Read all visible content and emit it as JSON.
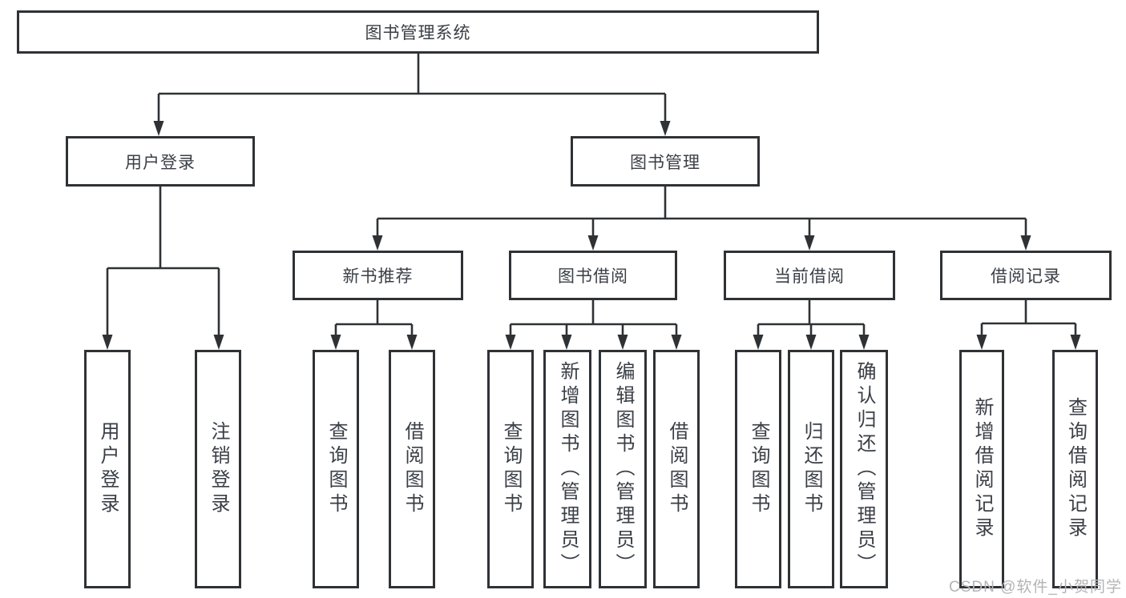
{
  "tree": {
    "root": {
      "label": "图书管理系统"
    },
    "branches": [
      {
        "label": "用户登录",
        "children": [
          {
            "label": "用户登录"
          },
          {
            "label": "注销登录"
          }
        ]
      },
      {
        "label": "图书管理",
        "children": [
          {
            "label": "新书推荐",
            "children": [
              {
                "label": "查询图书"
              },
              {
                "label": "借阅图书"
              }
            ]
          },
          {
            "label": "图书借阅",
            "children": [
              {
                "label": "查询图书"
              },
              {
                "label": "新增图书（管理员）"
              },
              {
                "label": "编辑图书（管理员）"
              },
              {
                "label": "借阅图书"
              }
            ]
          },
          {
            "label": "当前借阅",
            "children": [
              {
                "label": "查询图书"
              },
              {
                "label": "归还图书"
              },
              {
                "label": "确认归还（管理员）"
              }
            ]
          },
          {
            "label": "借阅记录",
            "children": [
              {
                "label": "新增借阅记录"
              },
              {
                "label": "查询借阅记录"
              }
            ]
          }
        ]
      }
    ]
  },
  "watermark": {
    "text": "CSDN @软件_小贺同学"
  },
  "colors": {
    "line": "#2f3235",
    "box_border": "#2f3235",
    "text": "#3a3f46",
    "watermark": "#b4b4b6",
    "background": "#ffffff"
  }
}
